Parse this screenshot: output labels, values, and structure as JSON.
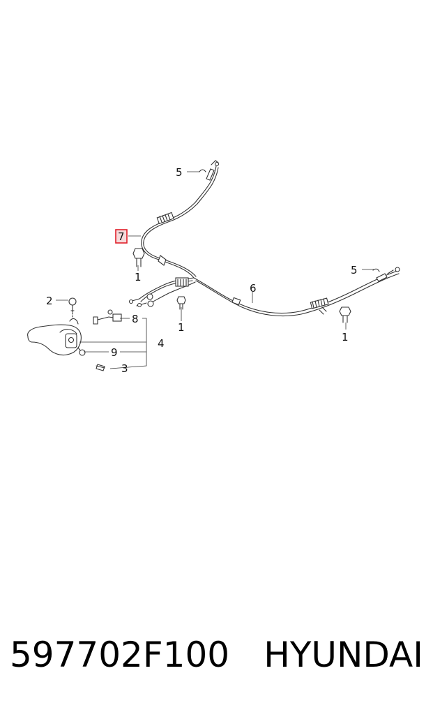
{
  "diagram": {
    "callouts": {
      "c1a": "1",
      "c1b": "1",
      "c1c": "1",
      "c2": "2",
      "c3": "3",
      "c4": "4",
      "c5a": "5",
      "c5b": "5",
      "c6": "6",
      "c7": "7",
      "c8": "8",
      "c9": "9"
    },
    "highlight_color": "#e0202a"
  },
  "footer": {
    "part_number": "597702F100",
    "brand": "HYUNDAI"
  }
}
